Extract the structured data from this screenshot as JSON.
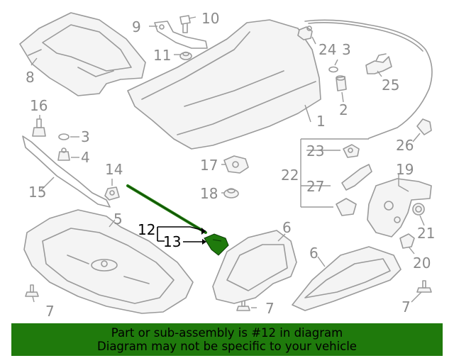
{
  "callouts": {
    "c1": "1",
    "c2": "2",
    "c3a": "3",
    "c3b": "3",
    "c4": "4",
    "c5": "5",
    "c6a": "6",
    "c6b": "6",
    "c7a": "7",
    "c7b": "7",
    "c7c": "7",
    "c8": "8",
    "c9": "9",
    "c10": "10",
    "c11": "11",
    "c12": "12",
    "c13": "13",
    "c14": "14",
    "c15": "15",
    "c16": "16",
    "c17": "17",
    "c18": "18",
    "c19": "19",
    "c20": "20",
    "c21": "21",
    "c22": "22",
    "c23": "23",
    "c24": "24",
    "c25": "25",
    "c26": "26",
    "c27": "27"
  },
  "highlight_color": "#1f7a0c",
  "banner": {
    "line1": "Part or sub-assembly is #12 in diagram",
    "line2": "Diagram may not be specific to your vehicle"
  }
}
